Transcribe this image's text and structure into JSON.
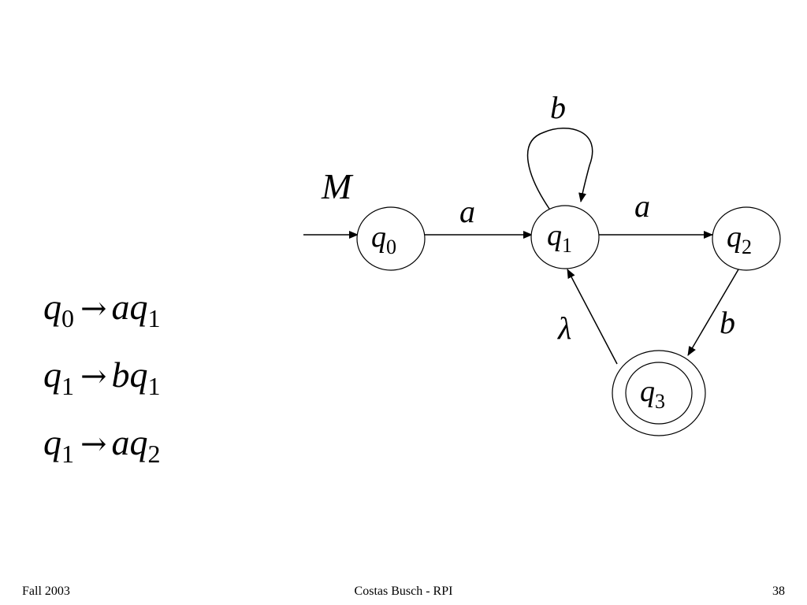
{
  "automaton": {
    "machine_label": "M",
    "states": [
      {
        "id": "q0",
        "base": "q",
        "sub": "0",
        "accepting": false,
        "initial": true
      },
      {
        "id": "q1",
        "base": "q",
        "sub": "1",
        "accepting": false,
        "initial": false
      },
      {
        "id": "q2",
        "base": "q",
        "sub": "2",
        "accepting": false,
        "initial": false
      },
      {
        "id": "q3",
        "base": "q",
        "sub": "3",
        "accepting": true,
        "initial": false
      }
    ],
    "transitions": [
      {
        "from": "q0",
        "to": "q1",
        "label": "a"
      },
      {
        "from": "q1",
        "to": "q1",
        "label": "b"
      },
      {
        "from": "q1",
        "to": "q2",
        "label": "a"
      },
      {
        "from": "q2",
        "to": "q3",
        "label": "b"
      },
      {
        "from": "q3",
        "to": "q1",
        "label": "λ"
      }
    ]
  },
  "grammar": {
    "rules": [
      {
        "lhs": {
          "base": "q",
          "sub": "0"
        },
        "arrow": "→",
        "terminal": "a",
        "rhs": {
          "base": "q",
          "sub": "1"
        }
      },
      {
        "lhs": {
          "base": "q",
          "sub": "1"
        },
        "arrow": "→",
        "terminal": "b",
        "rhs": {
          "base": "q",
          "sub": "1"
        }
      },
      {
        "lhs": {
          "base": "q",
          "sub": "1"
        },
        "arrow": "→",
        "terminal": "a",
        "rhs": {
          "base": "q",
          "sub": "2"
        }
      }
    ]
  },
  "footer": {
    "left": "Fall 2003",
    "center": "Costas Busch - RPI",
    "right": "38"
  }
}
